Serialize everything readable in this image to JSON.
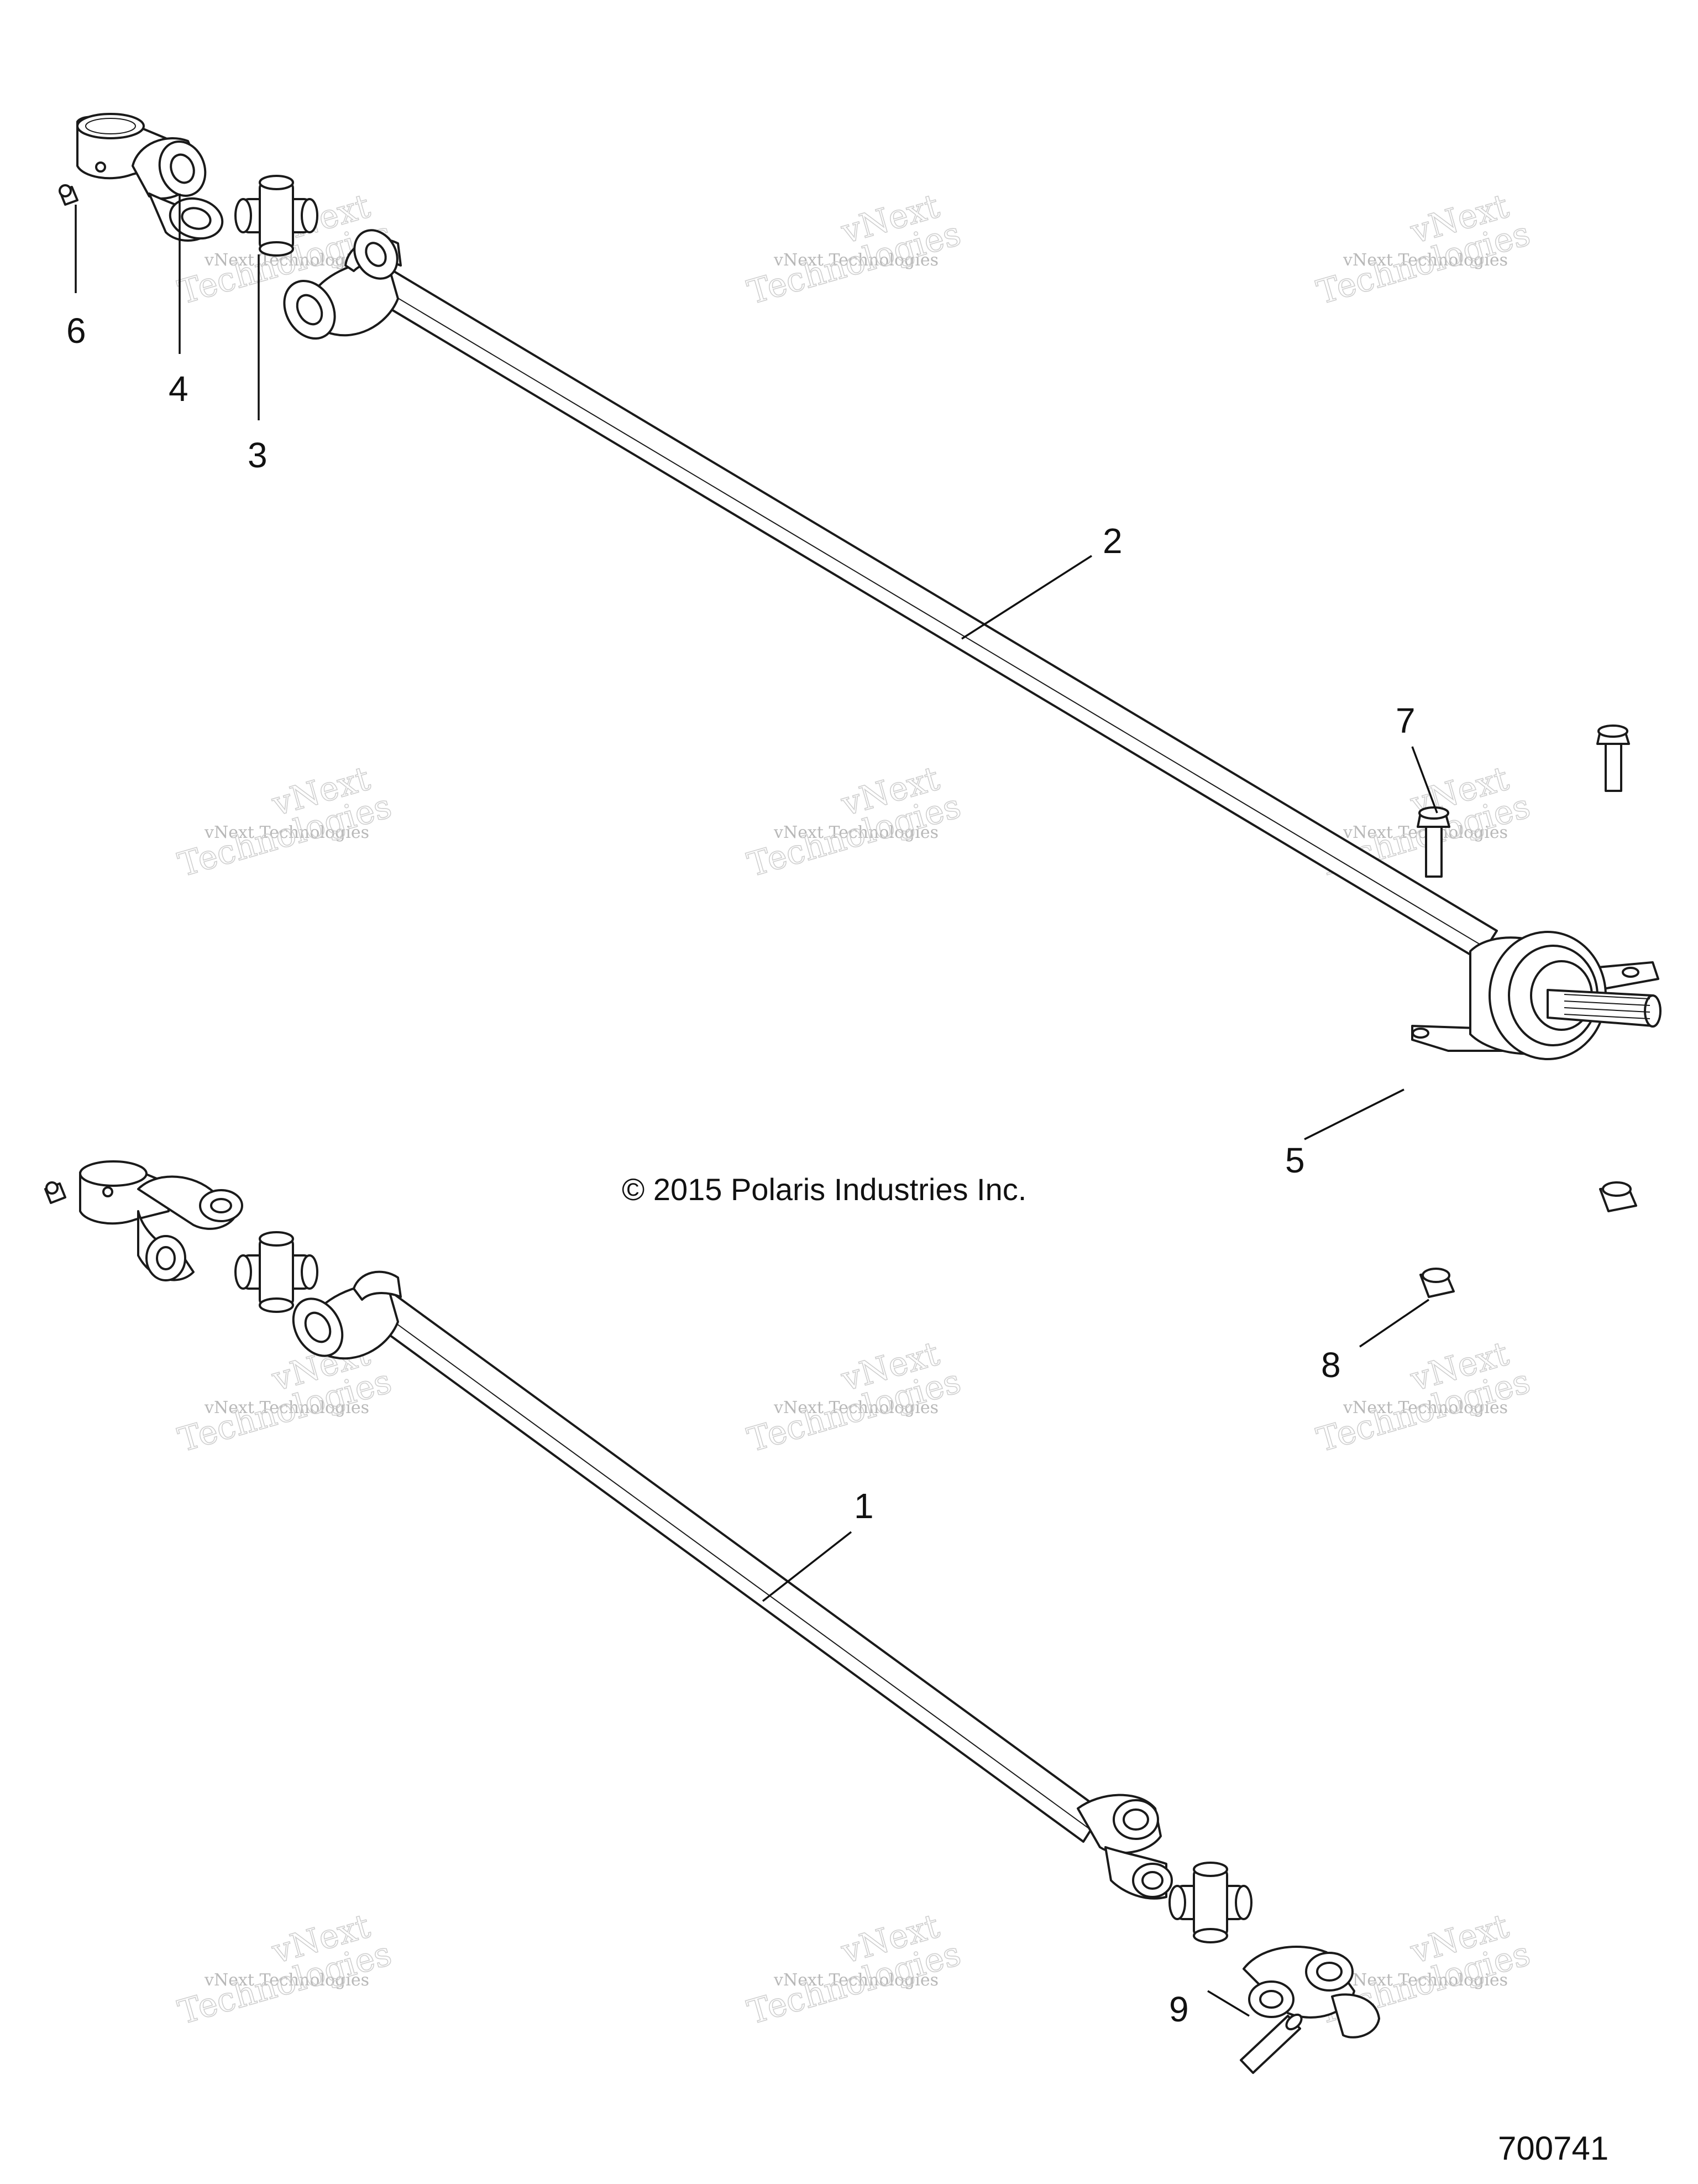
{
  "callouts": {
    "c1": "1",
    "c2": "2",
    "c3": "3",
    "c4": "4",
    "c5": "5",
    "c6": "6",
    "c7": "7",
    "c8": "8",
    "c9": "9"
  },
  "copyright": "© 2015 Polaris Industries Inc.",
  "drawing_number": "700741",
  "watermark": {
    "line1": "vNext Technologies",
    "line2": "vNext",
    "line3": "Technologies"
  }
}
